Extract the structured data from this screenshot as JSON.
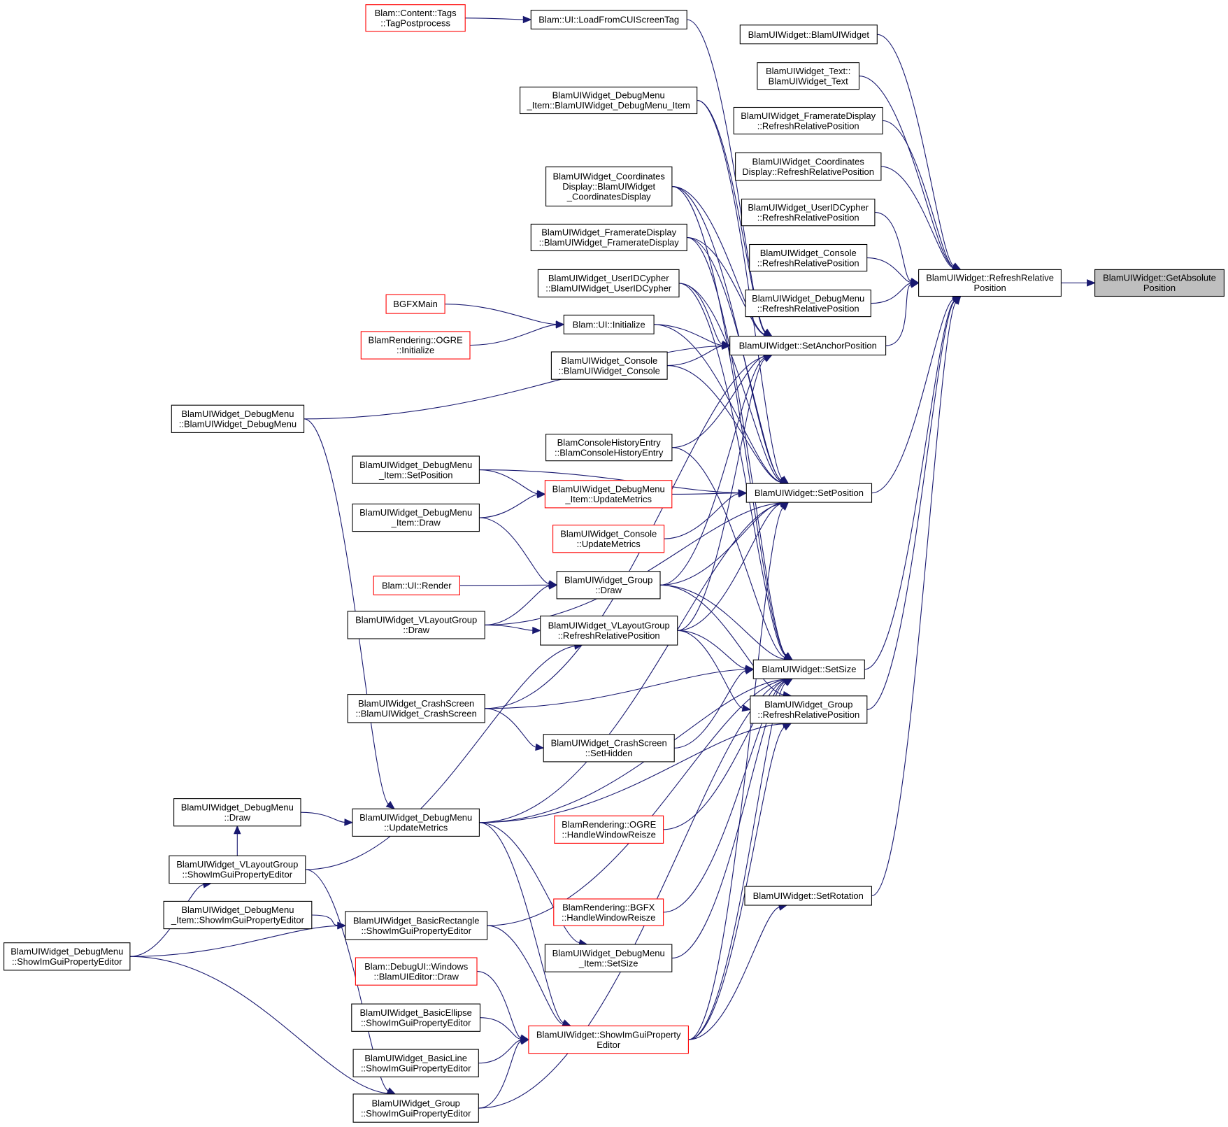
{
  "colors": {
    "edge": "#191970",
    "node_border": "#000000",
    "node_border_truncated": "#ff0000",
    "root_fill": "#bfbfbf",
    "background": "#ffffff"
  },
  "nodes": [
    {
      "id": "getabs",
      "lines": [
        "BlamUIWidget::GetAbsolute",
        "Position"
      ],
      "root": true
    },
    {
      "id": "refrel",
      "lines": [
        "BlamUIWidget::RefreshRelative",
        "Position"
      ]
    },
    {
      "id": "ctor",
      "lines": [
        "BlamUIWidget::BlamUIWidget"
      ]
    },
    {
      "id": "text",
      "lines": [
        "BlamUIWidget_Text::",
        "BlamUIWidget_Text"
      ]
    },
    {
      "id": "frd_rrp",
      "lines": [
        "BlamUIWidget_FramerateDisplay",
        "::RefreshRelativePosition"
      ]
    },
    {
      "id": "cd_rrp",
      "lines": [
        "BlamUIWidget_Coordinates",
        "Display::RefreshRelativePosition"
      ]
    },
    {
      "id": "uid_rrp",
      "lines": [
        "BlamUIWidget_UserIDCypher",
        "::RefreshRelativePosition"
      ]
    },
    {
      "id": "con_rrp",
      "lines": [
        "BlamUIWidget_Console",
        "::RefreshRelativePosition"
      ]
    },
    {
      "id": "dm_rrp",
      "lines": [
        "BlamUIWidget_DebugMenu",
        "::RefreshRelativePosition"
      ]
    },
    {
      "id": "setanchor",
      "lines": [
        "BlamUIWidget::SetAnchorPosition"
      ]
    },
    {
      "id": "setpos",
      "lines": [
        "BlamUIWidget::SetPosition"
      ]
    },
    {
      "id": "setsize",
      "lines": [
        "BlamUIWidget::SetSize"
      ]
    },
    {
      "id": "grp_rrp",
      "lines": [
        "BlamUIWidget_Group",
        "::RefreshRelativePosition"
      ]
    },
    {
      "id": "setrot",
      "lines": [
        "BlamUIWidget::SetRotation"
      ]
    },
    {
      "id": "tagpp",
      "lines": [
        "Blam::Content::Tags",
        "::TagPostprocess"
      ],
      "truncated": true
    },
    {
      "id": "loadcui",
      "lines": [
        "Blam::UI::LoadFromCUIScreenTag"
      ]
    },
    {
      "id": "dmi_ctor",
      "lines": [
        "BlamUIWidget_DebugMenu",
        "_Item::BlamUIWidget_DebugMenu_Item"
      ]
    },
    {
      "id": "cd_ctor",
      "lines": [
        "BlamUIWidget_Coordinates",
        "Display::BlamUIWidget",
        "_CoordinatesDisplay"
      ]
    },
    {
      "id": "frd_ctor",
      "lines": [
        "BlamUIWidget_FramerateDisplay",
        "::BlamUIWidget_FramerateDisplay"
      ]
    },
    {
      "id": "uid_ctor",
      "lines": [
        "BlamUIWidget_UserIDCypher",
        "::BlamUIWidget_UserIDCypher"
      ]
    },
    {
      "id": "bgfxmain",
      "lines": [
        "BGFXMain"
      ],
      "truncated": true
    },
    {
      "id": "ui_init",
      "lines": [
        "Blam::UI::Initialize"
      ]
    },
    {
      "id": "ogre_init",
      "lines": [
        "BlamRendering::OGRE",
        "::Initialize"
      ],
      "truncated": true
    },
    {
      "id": "con_ctor",
      "lines": [
        "BlamUIWidget_Console",
        "::BlamUIWidget_Console"
      ]
    },
    {
      "id": "dm_ctor",
      "lines": [
        "BlamUIWidget_DebugMenu",
        "::BlamUIWidget_DebugMenu"
      ]
    },
    {
      "id": "che_ctor",
      "lines": [
        "BlamConsoleHistoryEntry",
        "::BlamConsoleHistoryEntry"
      ]
    },
    {
      "id": "dmi_setpos",
      "lines": [
        "BlamUIWidget_DebugMenu",
        "_Item::SetPosition"
      ]
    },
    {
      "id": "dmi_um",
      "lines": [
        "BlamUIWidget_DebugMenu",
        "_Item::UpdateMetrics"
      ],
      "truncated": true
    },
    {
      "id": "dmi_draw",
      "lines": [
        "BlamUIWidget_DebugMenu",
        "_Item::Draw"
      ]
    },
    {
      "id": "con_um",
      "lines": [
        "BlamUIWidget_Console",
        "::UpdateMetrics"
      ],
      "truncated": true
    },
    {
      "id": "ui_render",
      "lines": [
        "Blam::UI::Render"
      ],
      "truncated": true
    },
    {
      "id": "grp_draw",
      "lines": [
        "BlamUIWidget_Group",
        "::Draw"
      ]
    },
    {
      "id": "vlg_draw",
      "lines": [
        "BlamUIWidget_VLayoutGroup",
        "::Draw"
      ]
    },
    {
      "id": "vlg_rrp",
      "lines": [
        "BlamUIWidget_VLayoutGroup",
        "::RefreshRelativePosition"
      ]
    },
    {
      "id": "cs_ctor",
      "lines": [
        "BlamUIWidget_CrashScreen",
        "::BlamUIWidget_CrashScreen"
      ]
    },
    {
      "id": "cs_hidden",
      "lines": [
        "BlamUIWidget_CrashScreen",
        "::SetHidden"
      ]
    },
    {
      "id": "dm_draw",
      "lines": [
        "BlamUIWidget_DebugMenu",
        "::Draw"
      ]
    },
    {
      "id": "dm_um",
      "lines": [
        "BlamUIWidget_DebugMenu",
        "::UpdateMetrics"
      ]
    },
    {
      "id": "ogre_hwr",
      "lines": [
        "BlamRendering::OGRE",
        "::HandleWindowReisze"
      ],
      "truncated": true
    },
    {
      "id": "vlg_sigpe",
      "lines": [
        "BlamUIWidget_VLayoutGroup",
        "::ShowImGuiPropertyEditor"
      ]
    },
    {
      "id": "dmi_sigpe",
      "lines": [
        "BlamUIWidget_DebugMenu",
        "_Item::ShowImGuiPropertyEditor"
      ]
    },
    {
      "id": "br_sigpe",
      "lines": [
        "BlamUIWidget_BasicRectangle",
        "::ShowImGuiPropertyEditor"
      ]
    },
    {
      "id": "bgfx_hwr",
      "lines": [
        "BlamRendering::BGFX",
        "::HandleWindowReisze"
      ],
      "truncated": true
    },
    {
      "id": "dm_sigpe",
      "lines": [
        "BlamUIWidget_DebugMenu",
        "::ShowImGuiPropertyEditor"
      ]
    },
    {
      "id": "dmi_setsize",
      "lines": [
        "BlamUIWidget_DebugMenu",
        "_Item::SetSize"
      ]
    },
    {
      "id": "uieditor_draw",
      "lines": [
        "Blam::DebugUI::Windows",
        "::BlamUIEditor::Draw"
      ],
      "truncated": true
    },
    {
      "id": "be_sigpe",
      "lines": [
        "BlamUIWidget_BasicEllipse",
        "::ShowImGuiPropertyEditor"
      ]
    },
    {
      "id": "w_sigpe",
      "lines": [
        "BlamUIWidget::ShowImGuiProperty",
        "Editor"
      ],
      "truncated": true
    },
    {
      "id": "bl_sigpe",
      "lines": [
        "BlamUIWidget_BasicLine",
        "::ShowImGuiPropertyEditor"
      ]
    },
    {
      "id": "grp_sigpe",
      "lines": [
        "BlamUIWidget_Group",
        "::ShowImGuiPropertyEditor"
      ]
    }
  ],
  "edges": [
    [
      "refrel",
      "getabs"
    ],
    [
      "ctor",
      "refrel"
    ],
    [
      "text",
      "refrel"
    ],
    [
      "frd_rrp",
      "refrel"
    ],
    [
      "cd_rrp",
      "refrel"
    ],
    [
      "uid_rrp",
      "refrel"
    ],
    [
      "con_rrp",
      "refrel"
    ],
    [
      "dm_rrp",
      "refrel"
    ],
    [
      "setanchor",
      "refrel"
    ],
    [
      "setpos",
      "refrel"
    ],
    [
      "setsize",
      "refrel"
    ],
    [
      "grp_rrp",
      "refrel"
    ],
    [
      "setrot",
      "refrel"
    ],
    [
      "tagpp",
      "loadcui"
    ],
    [
      "loadcui",
      "setanchor"
    ],
    [
      "dmi_ctor",
      "setanchor"
    ],
    [
      "cd_ctor",
      "setanchor"
    ],
    [
      "frd_ctor",
      "setanchor"
    ],
    [
      "uid_ctor",
      "setanchor"
    ],
    [
      "ui_init",
      "setanchor"
    ],
    [
      "con_ctor",
      "setanchor"
    ],
    [
      "che_ctor",
      "setanchor"
    ],
    [
      "grp_draw",
      "setanchor"
    ],
    [
      "vlg_rrp",
      "setanchor"
    ],
    [
      "dm_ctor",
      "setanchor"
    ],
    [
      "cs_ctor",
      "setanchor"
    ],
    [
      "bgfxmain",
      "ui_init"
    ],
    [
      "ogre_init",
      "ui_init"
    ],
    [
      "dmi_ctor",
      "setpos"
    ],
    [
      "cd_ctor",
      "setpos"
    ],
    [
      "frd_ctor",
      "setpos"
    ],
    [
      "uid_ctor",
      "setpos"
    ],
    [
      "ui_init",
      "setpos"
    ],
    [
      "con_ctor",
      "setpos"
    ],
    [
      "dmi_setpos",
      "setpos"
    ],
    [
      "dmi_um",
      "setpos"
    ],
    [
      "con_um",
      "setpos"
    ],
    [
      "grp_draw",
      "setpos"
    ],
    [
      "vlg_rrp",
      "setpos"
    ],
    [
      "vlg_draw",
      "setpos"
    ],
    [
      "dm_um",
      "setpos"
    ],
    [
      "w_sigpe",
      "setpos"
    ],
    [
      "dmi_setpos",
      "dmi_um"
    ],
    [
      "dmi_draw",
      "dmi_um"
    ],
    [
      "dmi_draw",
      "grp_draw"
    ],
    [
      "ui_render",
      "grp_draw"
    ],
    [
      "vlg_draw",
      "grp_draw"
    ],
    [
      "vlg_draw",
      "vlg_rrp"
    ],
    [
      "vlg_sigpe",
      "vlg_rrp"
    ],
    [
      "vlg_rrp",
      "setsize"
    ],
    [
      "grp_draw",
      "setsize"
    ],
    [
      "cs_ctor",
      "setsize"
    ],
    [
      "cs_hidden",
      "setsize"
    ],
    [
      "che_ctor",
      "setsize"
    ],
    [
      "cd_ctor",
      "setsize"
    ],
    [
      "frd_ctor",
      "setsize"
    ],
    [
      "uid_ctor",
      "setsize"
    ],
    [
      "ogre_hwr",
      "setsize"
    ],
    [
      "bgfx_hwr",
      "setsize"
    ],
    [
      "dmi_setsize",
      "setsize"
    ],
    [
      "dm_um",
      "setsize"
    ],
    [
      "w_sigpe",
      "setsize"
    ],
    [
      "grp_sigpe",
      "setsize"
    ],
    [
      "br_sigpe",
      "setsize"
    ],
    [
      "cs_ctor",
      "cs_hidden"
    ],
    [
      "dm_um",
      "dmi_setsize"
    ],
    [
      "dm_draw",
      "dm_um"
    ],
    [
      "dm_ctor",
      "dm_um"
    ],
    [
      "vlg_sigpe",
      "dm_draw"
    ],
    [
      "dm_sigpe",
      "vlg_sigpe"
    ],
    [
      "dm_sigpe",
      "br_sigpe"
    ],
    [
      "dm_sigpe",
      "grp_sigpe"
    ],
    [
      "dmi_sigpe",
      "br_sigpe"
    ],
    [
      "vlg_sigpe",
      "grp_sigpe"
    ],
    [
      "vlg_rrp",
      "grp_rrp"
    ],
    [
      "grp_draw",
      "grp_rrp"
    ],
    [
      "w_sigpe",
      "grp_rrp"
    ],
    [
      "dm_um",
      "grp_rrp"
    ],
    [
      "w_sigpe",
      "setrot"
    ],
    [
      "br_sigpe",
      "w_sigpe"
    ],
    [
      "uieditor_draw",
      "w_sigpe"
    ],
    [
      "be_sigpe",
      "w_sigpe"
    ],
    [
      "bl_sigpe",
      "w_sigpe"
    ],
    [
      "grp_sigpe",
      "w_sigpe"
    ],
    [
      "dm_um",
      "w_sigpe"
    ]
  ]
}
